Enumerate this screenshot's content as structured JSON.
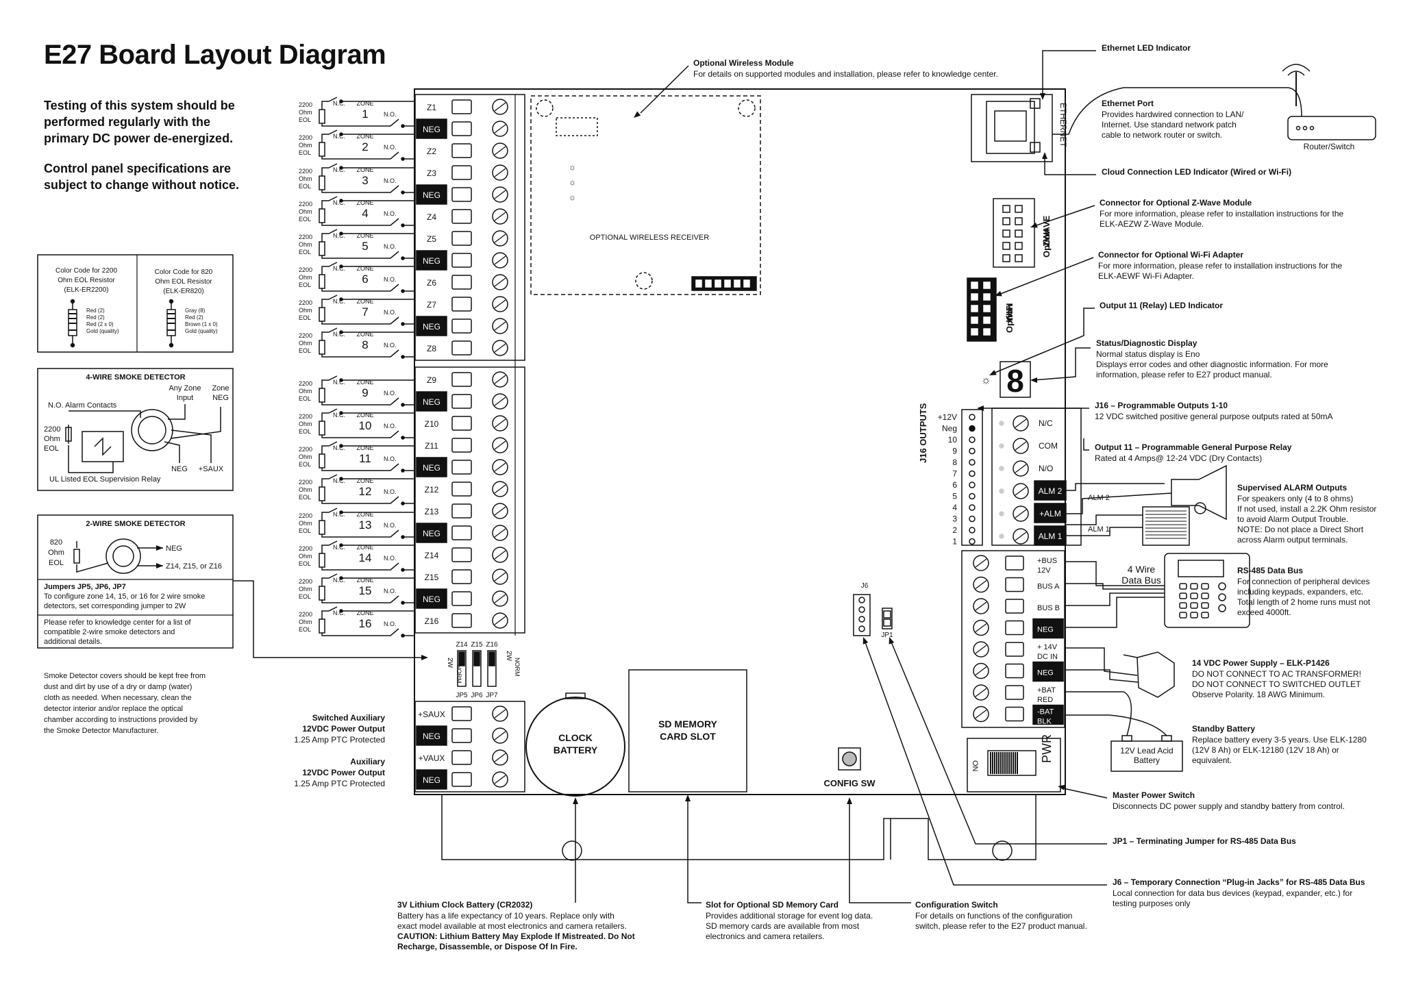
{
  "title": "E27 Board Layout Diagram",
  "intro": {
    "testing": [
      "Testing of this system should be",
      "performed regularly with the",
      "primary DC power de-energized."
    ],
    "specs": [
      "Control panel specifications are",
      "subject to change without notice."
    ]
  },
  "eol_codes": {
    "r2200_title": [
      "Color Code for 2200",
      "Ohm EOL Resistor",
      "(ELK-ER2200)"
    ],
    "r2200_bands": [
      "Red (2)",
      "Red (2)",
      "Red (2 x 0)",
      "Gold (quality)"
    ],
    "r820_title": [
      "Color Code for 820",
      "Ohm EOL Resistor",
      "(ELK-ER820)"
    ],
    "r820_bands": [
      "Gray (8)",
      "Red (2)",
      "Brown (1 x 0)",
      "Gold (quality)"
    ]
  },
  "smoke4": {
    "title": "4-WIRE SMOKE DETECTOR",
    "any_zone": [
      "Any Zone",
      "Input"
    ],
    "zone_neg": [
      "Zone",
      "NEG"
    ],
    "alarm_contacts": "N.O. Alarm Contacts",
    "eol": [
      "2200",
      "Ohm",
      "EOL"
    ],
    "neg": "NEG",
    "saux": "+SAUX",
    "relay": "UL Listed EOL Supervision Relay"
  },
  "smoke2": {
    "title": "2-WIRE SMOKE DETECTOR",
    "eol": [
      "820",
      "Ohm",
      "EOL"
    ],
    "neg": "NEG",
    "zones": "Z14, Z15, or Z16",
    "jumpers_title": "Jumpers JP5, JP6, JP7",
    "jumpers_text": [
      "To configure zone 14, 15, or 16 for 2 wire smoke",
      "detectors, set corresponding jumper to 2W"
    ],
    "kc_text": [
      "Please refer to knowledge center for a list of",
      "compatible 2-wire smoke detectors and",
      "additional details."
    ]
  },
  "smoke_care": [
    "Smoke Detector covers should be kept free from",
    "dust and dirt by use of a dry or damp (water)",
    "cloth as needed. When necessary, clean the",
    "detector interior and/or replace the optical",
    "chamber according to instructions provided by",
    "the Smoke Detector Manufacturer."
  ],
  "zone_res": [
    "2200",
    "Ohm",
    "EOL"
  ],
  "zone_nc": "N.C.",
  "zone_no": "N.O.",
  "zone_word": "ZONE",
  "zone_numbers": [
    "1",
    "2",
    "3",
    "4",
    "5",
    "6",
    "7",
    "8",
    "9",
    "10",
    "11",
    "12",
    "13",
    "14",
    "15",
    "16"
  ],
  "terminals_top": [
    "Z1",
    "NEG",
    "Z2",
    "Z3",
    "NEG",
    "Z4",
    "Z5",
    "NEG",
    "Z6",
    "Z7",
    "NEG",
    "Z8"
  ],
  "terminals_bottom": [
    "Z9",
    "NEG",
    "Z10",
    "Z11",
    "NEG",
    "Z12",
    "Z13",
    "NEG",
    "Z14",
    "Z15",
    "NEG",
    "Z16"
  ],
  "aux_terminals": [
    "+SAUX",
    "NEG",
    "+VAUX",
    "NEG"
  ],
  "aux_labels": {
    "switched_title": [
      "Switched Auxiliary",
      "12VDC Power Output"
    ],
    "switched_note": "1.25 Amp PTC Protected",
    "aux_title": [
      "Auxiliary",
      "12VDC Power Output"
    ],
    "aux_note": "1.25 Amp PTC Protected"
  },
  "jumpers": {
    "zones": [
      "Z14",
      "Z15",
      "Z16"
    ],
    "names": [
      "JP5",
      "JP6",
      "JP7"
    ],
    "w2": "2W",
    "norm": "NORM"
  },
  "board": {
    "wireless_receiver": "OPTIONAL WIRELESS RECEIVER",
    "clock_battery": [
      "CLOCK",
      "BATTERY"
    ],
    "sd_slot": [
      "SD MEMORY",
      "CARD SLOT"
    ],
    "config_sw": "CONFIG SW",
    "j6": "J6",
    "jp1": "JP1",
    "ethernet": "ETHERNET",
    "zwave": [
      "ZWAVE",
      "Option"
    ],
    "wifi": [
      "WIFI",
      "Option"
    ],
    "pwr": "PWR",
    "on": "ON",
    "j16": "J16 OUTPUTS",
    "output_labels": [
      "+12V",
      "Neg",
      "10",
      "9",
      "8",
      "7",
      "6",
      "5",
      "4",
      "3",
      "2",
      "1"
    ],
    "relay_terms": [
      "N/C",
      "COM",
      "N/O"
    ],
    "alm_terms": [
      "ALM 2",
      "+ALM",
      "ALM 1"
    ],
    "bus_terms": [
      "+BUS\n12V",
      "BUS A",
      "BUS B",
      "NEG",
      "+ 14V\nDC IN",
      "NEG",
      "+BAT\nRED",
      "-BAT\nBLK"
    ],
    "alm2": "ALM 2",
    "alm1": "ALM 1",
    "four_wire": [
      "4 Wire",
      "Data Bus"
    ],
    "lead_acid": [
      "12V Lead Acid",
      "Battery"
    ],
    "router": "Router/Switch"
  },
  "callouts": {
    "wireless": {
      "title": "Optional Wireless Module",
      "text": [
        "For details on supported modules and installation, please refer to knowledge center."
      ]
    },
    "eth_led": {
      "title": "Ethernet LED Indicator",
      "text": []
    },
    "eth_port": {
      "title": "Ethernet Port",
      "text": [
        "Provides hardwired connection to LAN/",
        "Internet.  Use standard network patch",
        "cable to network router or switch."
      ]
    },
    "cloud_led": {
      "title": "Cloud Connection LED Indicator (Wired or Wi-Fi)",
      "text": []
    },
    "zwave": {
      "title": "Connector for Optional Z-Wave Module",
      "text": [
        "For more information, please refer to installation instructions for the",
        "ELK-AEZW Z-Wave Module."
      ]
    },
    "wifi": {
      "title": "Connector for Optional Wi-Fi Adapter",
      "text": [
        "For more information, please refer to installation instructions for the",
        "ELK-AEWF Wi-Fi Adapter."
      ]
    },
    "out11_led": {
      "title": "Output 11 (Relay) LED Indicator",
      "text": []
    },
    "status": {
      "title": "Status/Diagnostic Display",
      "text": [
        "Normal status display is Eno",
        "Displays error codes and other diagnostic information. For more",
        "information, please refer to E27 product manual."
      ]
    },
    "j16": {
      "title": "J16 – Programmable Outputs 1-10",
      "text": [
        "12 VDC switched positive general purpose outputs rated at 50mA"
      ]
    },
    "out11": {
      "title": "Output 11 – Programmable General Purpose Relay",
      "text": [
        "Rated at 4 Amps@ 12-24 VDC (Dry Contacts)"
      ]
    },
    "alarm": {
      "title": "Supervised ALARM Outputs",
      "text": [
        "For speakers only (4 to 8 ohms)",
        "If not used, install a 2.2K Ohm resistor",
        "to avoid Alarm Output Trouble.",
        "NOTE: Do not place a Direct Short",
        "across Alarm output terminals."
      ]
    },
    "rs485": {
      "title": "RS-485 Data Bus",
      "text": [
        "For connection of peripheral devices",
        "including keypads, expanders, etc.",
        "Total length of 2 home runs must not",
        "exceed 4000ft."
      ]
    },
    "psu": {
      "title": "14 VDC Power Supply – ELK-P1426",
      "text": [
        "DO NOT CONNECT TO AC TRANSFORMER!",
        "DO NOT CONNECT TO SWITCHED OUTLET",
        "Observe Polarity. 18 AWG Minimum."
      ]
    },
    "battery": {
      "title": "Standby Battery",
      "text": [
        "Replace battery every 3-5 years.  Use ELK-1280",
        "(12V 8 Ah) or ELK-12180 (12V 18 Ah) or",
        "equivalent."
      ]
    },
    "master": {
      "title": "Master Power Switch",
      "text": [
        "Disconnects DC power supply and standby battery from control."
      ]
    },
    "jp1": {
      "title": "JP1 – Terminating Jumper for RS-485 Data Bus",
      "text": []
    },
    "j6": {
      "title": "J6 – Temporary Connection “Plug-in Jacks” for RS-485 Data Bus",
      "text": [
        "Local connection for data bus devices (keypad, expander, etc.) for",
        "testing purposes only"
      ]
    },
    "clock": {
      "title": "3V Lithium Clock Battery (CR2032)",
      "text": [
        "Battery has a life expectancy of 10 years.  Replace only with",
        "exact model available at most electronics and camera retailers."
      ],
      "bold": [
        "CAUTION: Lithium Battery May Explode If Mistreated.  Do Not",
        "Recharge, Disassemble, or Dispose Of In Fire."
      ]
    },
    "sd": {
      "title": "Slot for Optional SD Memory Card",
      "text": [
        "Provides additional storage for event log data.",
        "SD memory cards are available from most",
        "electronics and camera retailers."
      ]
    },
    "config": {
      "title": "Configuration Switch",
      "text": [
        "For details on functions of the configuration",
        "switch, please refer to the E27 product manual."
      ]
    }
  }
}
